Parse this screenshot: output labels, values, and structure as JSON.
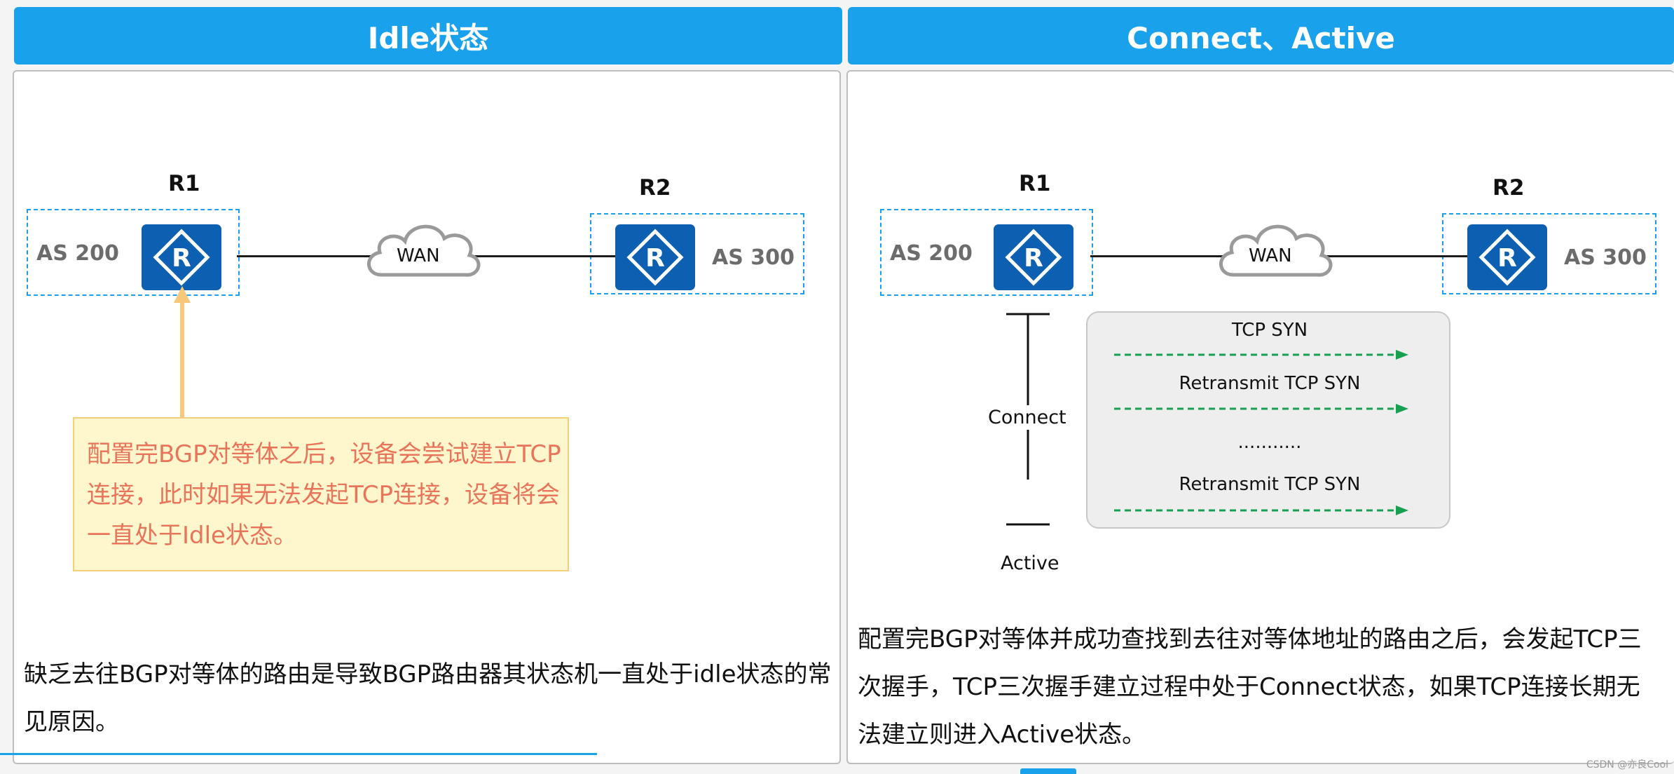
{
  "left_panel": {
    "title": "Idle状态",
    "r1_label": "R1",
    "r2_label": "R2",
    "as_left": "AS 200",
    "as_right": "AS 300",
    "wan_label": "WAN",
    "note_text": "配置完BGP对等体之后，设备会尝试建立TCP连接，此时如果无法发起TCP连接，设备将会一直处于Idle状态。",
    "bottom_text": "缺乏去往BGP对等体的路由是导致BGP路由器其状态机一直处于idle状态的常见原因。"
  },
  "right_panel": {
    "title": "Connect、Active",
    "r1_label": "R1",
    "r2_label": "R2",
    "as_left": "AS 200",
    "as_right": "AS 300",
    "wan_label": "WAN",
    "messages": [
      "TCP SYN",
      "Retransmit TCP SYN",
      "...........",
      "Retransmit TCP SYN"
    ],
    "state_connect": "Connect",
    "state_active": "Active",
    "bottom_text": "配置完BGP对等体并成功查找到去往对等体地址的路由之后，会发起TCP三次握手，TCP三次握手建立过程中处于Connect状态，如果TCP连接长期无法建立则进入Active状态。"
  },
  "watermark": "CSDN @亦良Cool",
  "colors": {
    "header_bg": "#1aa1ec",
    "router_bg": "#0d5fb1",
    "note_bg": "#fef6cd",
    "note_text": "#e8745a",
    "arrow_green": "#16a050",
    "pointer_arrow": "#f8c77a"
  },
  "icons": [
    "router-icon",
    "cloud-icon"
  ]
}
